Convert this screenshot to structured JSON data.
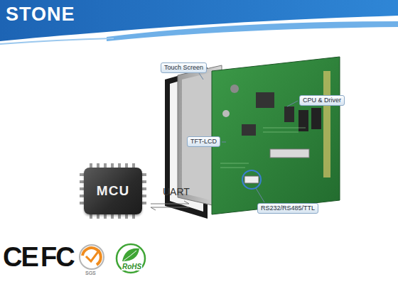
{
  "diagram": {
    "nodes": [
      {
        "text": [
          "Touch Screen"
        ]
      },
      {
        "text": [
          "CPU & Driver"
        ]
      },
      {
        "text": [
          "TFT-LCD"
        ]
      },
      {
        "text": [
          "MCU"
        ]
      },
      {
        "text": [
          "RS232/RS485/TTL"
        ]
      }
    ],
    "labels": [
      "STONE",
      "UART",
      "CE",
      "FC",
      "SGS",
      "RoHS"
    ]
  }
}
